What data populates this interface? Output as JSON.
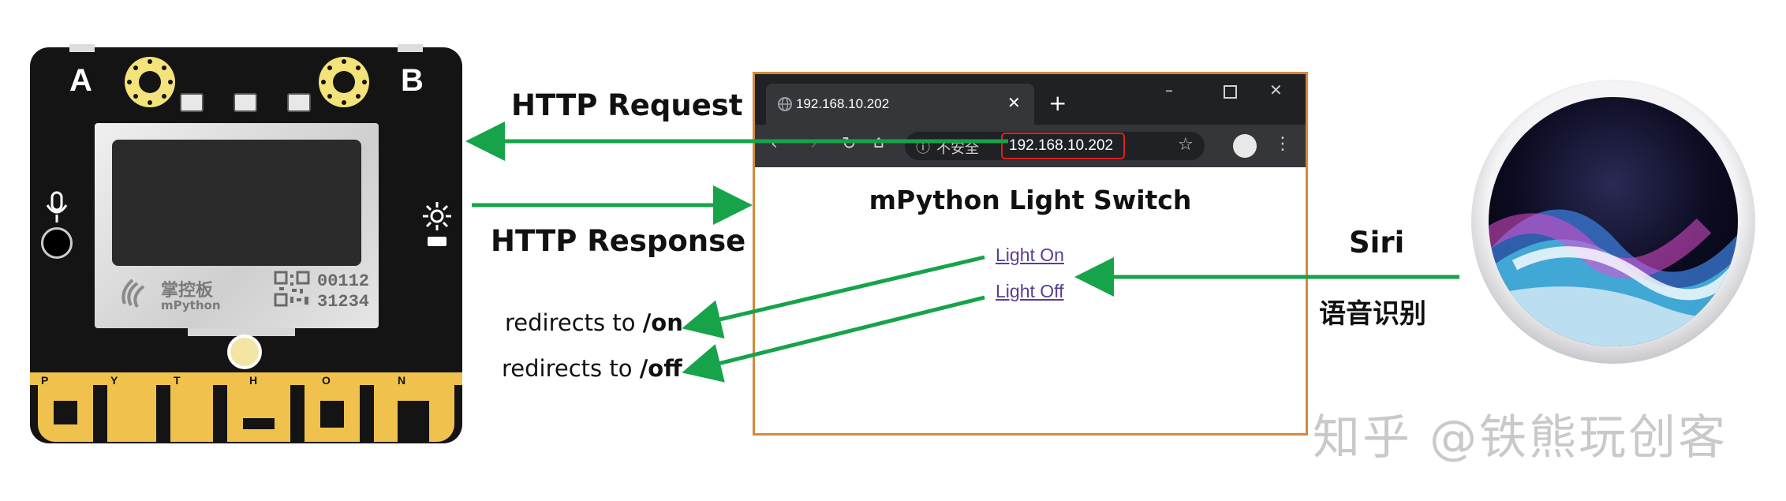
{
  "board": {
    "button_a": "A",
    "button_b": "B",
    "brand_cn": "掌控板",
    "brand_en": "mPython",
    "serial_line1": "00112",
    "serial_line2": "31234",
    "pin_labels": [
      "P",
      "Y",
      "T",
      "H",
      "O",
      "N"
    ],
    "gold_color": "#f0c24d"
  },
  "browser": {
    "tab_title": "192.168.10.202",
    "security_text": "不安全",
    "url": "192.168.10.202",
    "page_title": "mPython Light Switch",
    "links": [
      "Light On",
      "Light Off"
    ],
    "frame_color": "#d48a3c",
    "highlight_color": "#e0201a"
  },
  "labels": {
    "http_request": "HTTP Request",
    "http_response": "HTTP Response",
    "redirect_on_prefix": "redirects to ",
    "redirect_on_path": "/on",
    "redirect_off_prefix": "redirects to ",
    "redirect_off_path": "/off",
    "siri": "Siri",
    "voice_recognition": "语音识别"
  },
  "watermark": "知乎 @铁熊玩创客",
  "arrow_color": "#17a34a"
}
